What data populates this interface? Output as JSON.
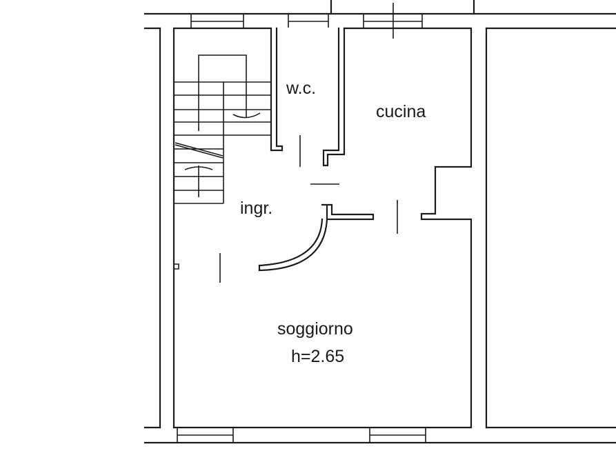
{
  "plan": {
    "type": "floor-plan",
    "rooms": [
      {
        "id": "wc",
        "label": "w.c."
      },
      {
        "id": "cucina",
        "label": "cucina"
      },
      {
        "id": "ingresso",
        "label": "ingr."
      },
      {
        "id": "soggiorno",
        "label": "soggiorno",
        "note": "h=2.65"
      }
    ],
    "line_color": "#1a1a1a",
    "background": "#ffffff"
  }
}
